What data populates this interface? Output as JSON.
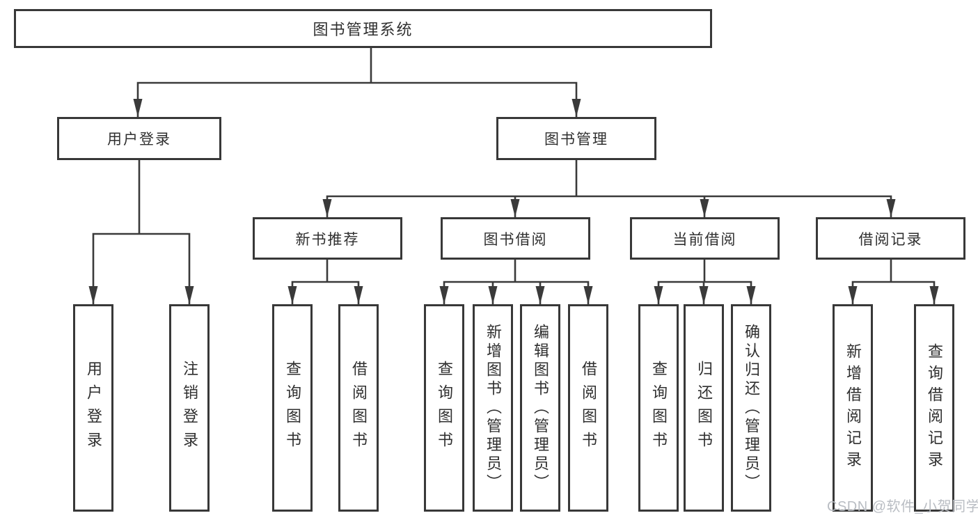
{
  "diagram": {
    "title": "图书管理系统",
    "user_branch": {
      "label": "用户登录",
      "children": [
        {
          "label": "用户登录"
        },
        {
          "label": "注销登录"
        }
      ]
    },
    "book_branch": {
      "label": "图书管理",
      "modules": [
        {
          "label": "新书推荐",
          "children": [
            {
              "label": "查询图书"
            },
            {
              "label": "借阅图书"
            }
          ]
        },
        {
          "label": "图书借阅",
          "children": [
            {
              "label": "查询图书"
            },
            {
              "label": "新增图书（管理员）"
            },
            {
              "label": "编辑图书（管理员）"
            },
            {
              "label": "借阅图书"
            }
          ]
        },
        {
          "label": "当前借阅",
          "children": [
            {
              "label": "查询图书"
            },
            {
              "label": "归还图书"
            },
            {
              "label": "确认归还（管理员）"
            }
          ]
        },
        {
          "label": "借阅记录",
          "children": [
            {
              "label": "新增借阅记录"
            },
            {
              "label": "查询借阅记录"
            }
          ]
        }
      ]
    }
  },
  "watermark": "CSDN @软件_小贺同学",
  "colors": {
    "line": "#3a3a3a",
    "box-border": "#383838",
    "text": "#2f2f2f",
    "watermark": "#b9bdc3",
    "bg": "#ffffff"
  }
}
